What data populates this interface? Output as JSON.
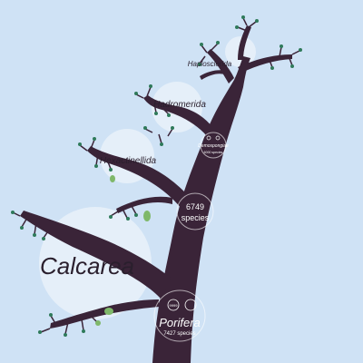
{
  "colors": {
    "background": "#cfe2f5",
    "trunk": "#3a2438",
    "bubble": "rgba(255,255,255,0.45)",
    "bubble_stroke": "rgba(255,255,255,0.6)",
    "leaf": "#2f7a5a",
    "leaf_light": "#7fb86a",
    "trunk_text": "#ffffff"
  },
  "clades": [
    {
      "key": "haplosclerida",
      "label": "Haplosclerida"
    },
    {
      "key": "hadromerida",
      "label": "Hadromerida"
    },
    {
      "key": "hexactinellida",
      "label": "Hexactinellida"
    },
    {
      "key": "calcarea",
      "label": "Calcarea"
    }
  ],
  "nodes": {
    "demospongiae": {
      "name": "Demospongiae",
      "count": "6000 species"
    },
    "count_6749": {
      "count": "6749",
      "unit": "species"
    },
    "porifera": {
      "name": "Porifera",
      "count": "7427 species",
      "badge": "9999"
    }
  }
}
